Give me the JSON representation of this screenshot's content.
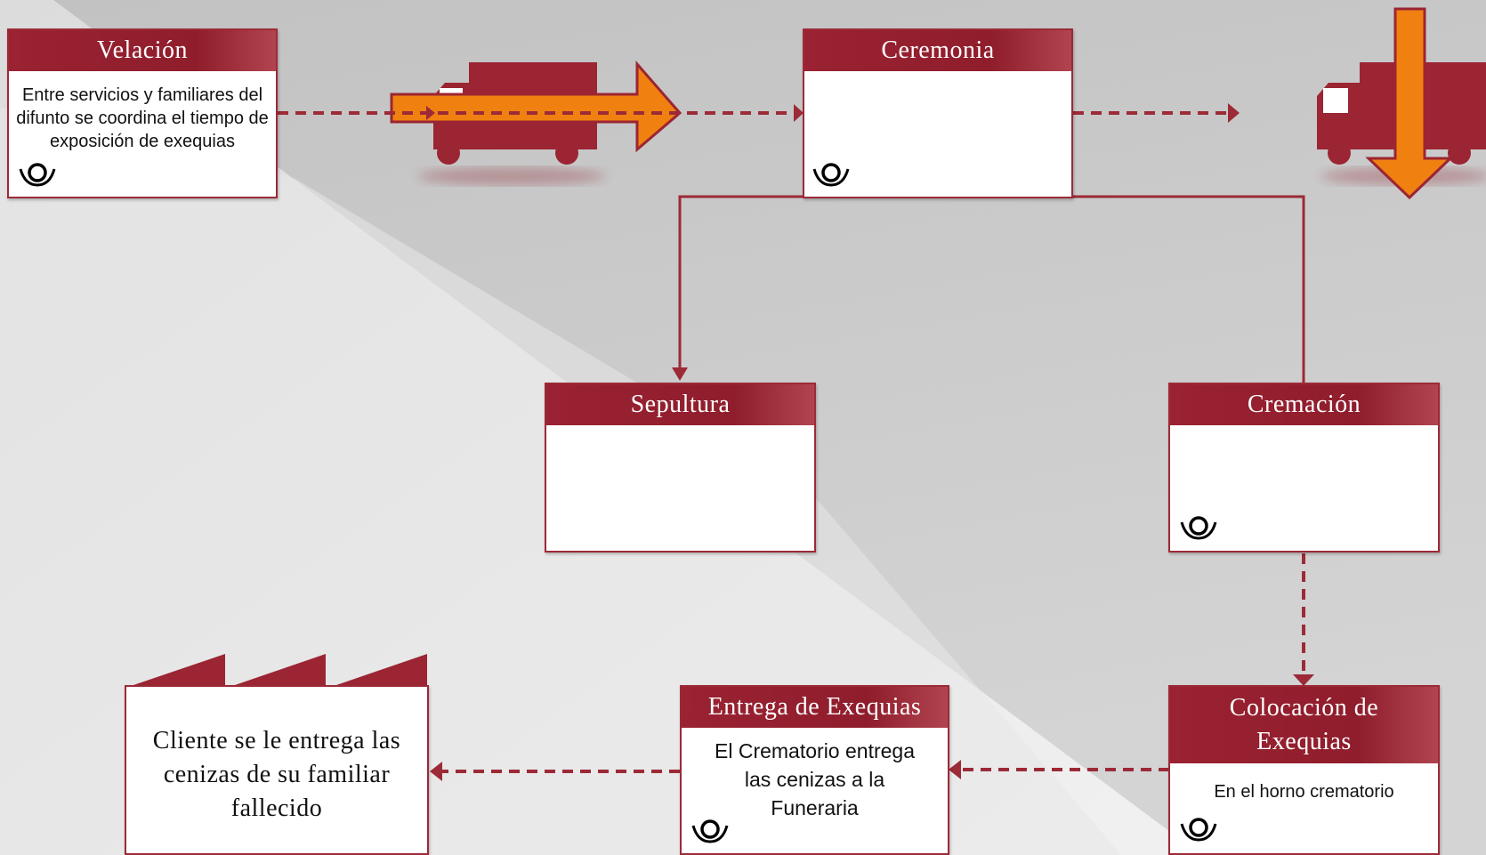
{
  "nodes": {
    "velacion": {
      "title": "Velación",
      "body": "Entre servicios y familiares del difunto se coordina el tiempo de exposición de exequias"
    },
    "ceremonia": {
      "title": "Ceremonia",
      "body": ""
    },
    "sepultura": {
      "title": "Sepultura",
      "body": ""
    },
    "cremacion": {
      "title": "Cremación",
      "body": ""
    },
    "colocacion": {
      "title": "Colocación de Exequias",
      "body": "En el horno crematorio"
    },
    "entrega": {
      "title": "Entrega de Exequias",
      "body": "El Crematorio entrega las cenizas a la Funeraria"
    },
    "cliente": {
      "body": "Cliente se le entrega las cenizas de su familiar fallecido"
    }
  },
  "colors": {
    "accent": "#9c2a37",
    "header": "#8f1d2c",
    "truck": "#9b2533",
    "arrow": "#f08110",
    "background_dark": "#c4c4c4",
    "background_light": "#ececec"
  },
  "icons": {
    "process_icon": "bell-curve-icon",
    "truck": "truck-icon",
    "factory": "factory-icon"
  }
}
